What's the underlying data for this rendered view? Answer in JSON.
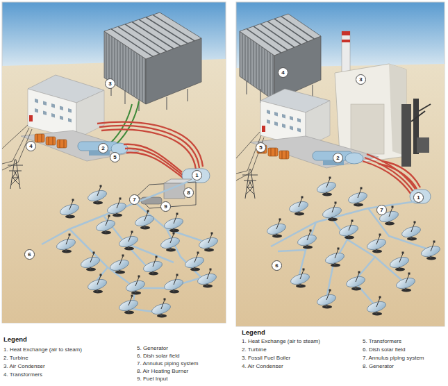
{
  "diagram": {
    "labels": [
      "3",
      "1",
      "4",
      "2",
      "5",
      "7",
      "8",
      "9",
      "6",
      "Legend",
      "4",
      "3",
      "5",
      "2",
      "1",
      "7",
      "6",
      "Legend"
    ],
    "legend": [
      {
        "text": "1. Heat Exchange (air to steam)"
      },
      {
        "text": "2. Turbine"
      },
      {
        "text": "3. Air Condenser"
      },
      {
        "text": "4. Transformers"
      },
      {
        "text": "5. Generator"
      },
      {
        "text": "6. Dish solar field"
      },
      {
        "text": "7. Annulus piping system"
      },
      {
        "text": "8. Air Heating Burner"
      },
      {
        "text": "9. Fuel Input"
      },
      {
        "text": "1. Heat Exchange (air to steam)"
      },
      {
        "text": "2. Turbine"
      },
      {
        "text": "3. Fossil Fuel Boiler"
      },
      {
        "text": "4. Air Condenser"
      },
      {
        "text": "5. Transformers"
      },
      {
        "text": "6. Dish solar field"
      },
      {
        "text": "7. Annulus piping system"
      },
      {
        "text": "8. Generator"
      }
    ]
  }
}
